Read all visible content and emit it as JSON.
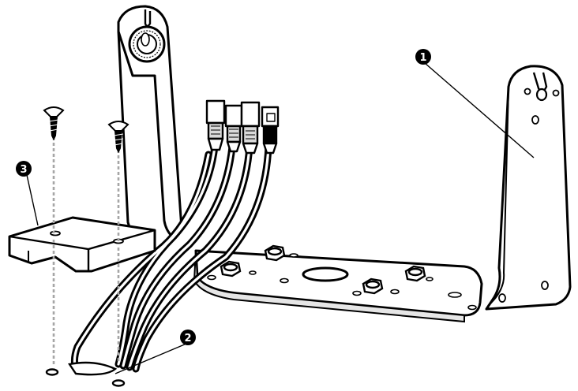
{
  "callouts": [
    {
      "id": "1",
      "label": "1"
    },
    {
      "id": "2",
      "label": "2"
    },
    {
      "id": "3",
      "label": "3"
    }
  ],
  "colors": {
    "stroke": "#000000",
    "fill": "#ffffff",
    "guide": "#a6a6a6",
    "shadow": "#c8c8c8"
  }
}
